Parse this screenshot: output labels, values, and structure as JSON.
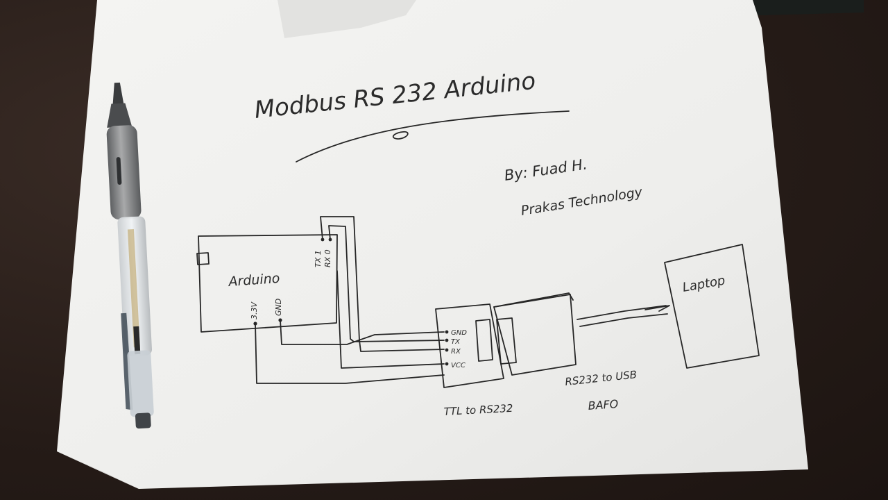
{
  "sketch": {
    "title": "Modbus RS 232 Arduino",
    "author": "By: Fuad H.",
    "company": "Prakas Technology"
  },
  "arduino": {
    "label": "Arduino",
    "pin_tx": "TX 1",
    "pin_rx": "RX 0",
    "pin_33v": "3.3V",
    "pin_gnd": "GND"
  },
  "ttl_module": {
    "label": "TTL to RS232",
    "pin_gnd": "GND",
    "pin_tx": "TX",
    "pin_rx": "RX",
    "pin_vcc": "VCC"
  },
  "usb_adapter": {
    "label": "RS232 to USB",
    "note": "BAFO"
  },
  "laptop": {
    "label": "Laptop"
  },
  "colors": {
    "paper": "#f2f2f0",
    "ink": "#262626",
    "desk": "#2a201c",
    "pen_body": "#8a8a8a",
    "pen_grip": "#6c6e70"
  }
}
